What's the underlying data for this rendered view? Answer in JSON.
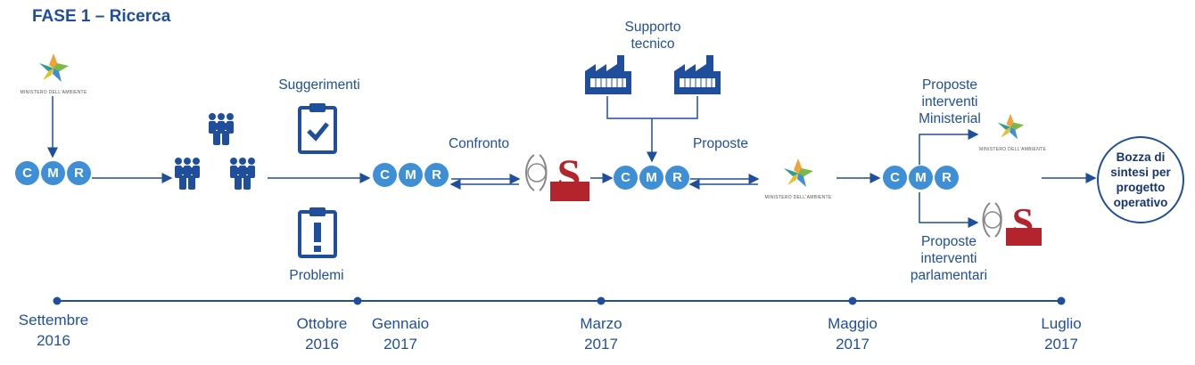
{
  "title": "FASE 1 – Ricerca",
  "cmr_letters": [
    "C",
    "M",
    "R"
  ],
  "ministero_text": "MINISTERO DELL'AMBIENTE",
  "labels": {
    "suggerimenti": "Suggerimenti",
    "problemi": "Problemi",
    "confronto": "Confronto",
    "supporto": [
      "Supporto",
      "tecnico"
    ],
    "proposte": "Proposte",
    "proposte_ministerial": [
      "Proposte",
      "interventi",
      "Ministerial"
    ],
    "proposte_parlamentari": [
      "Proposte",
      "interventi",
      "parlamentari"
    ]
  },
  "final_box": [
    "Bozza di",
    "sintesi per",
    "progetto",
    "operativo"
  ],
  "timeline": [
    {
      "month": "Settembre",
      "year": "2016"
    },
    {
      "month": "Ottobre",
      "year": "2016"
    },
    {
      "month": "Gennaio",
      "year": "2017"
    },
    {
      "month": "Marzo",
      "year": "2017"
    },
    {
      "month": "Maggio",
      "year": "2017"
    },
    {
      "month": "Luglio",
      "year": "2017"
    }
  ],
  "colors": {
    "primary": "#1f4e9c",
    "cmr": "#3f8fd6",
    "parliament": "#b3242c"
  }
}
